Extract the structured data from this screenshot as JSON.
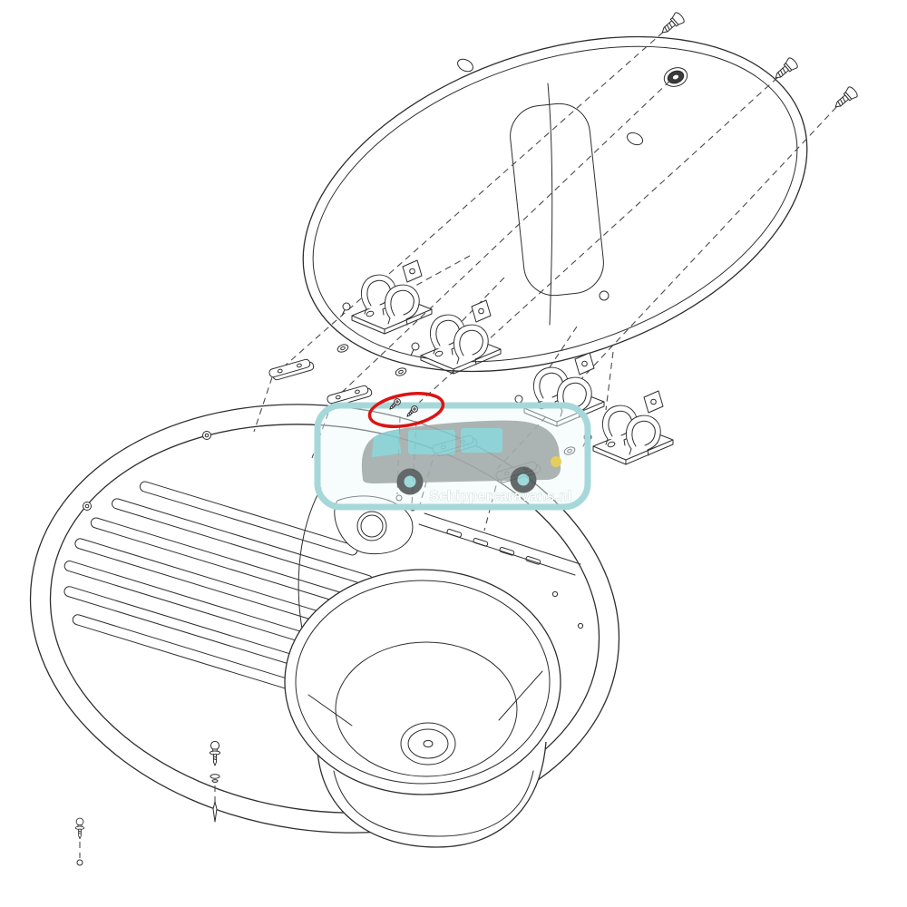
{
  "page": {
    "background_color": "#ffffff"
  },
  "drawing": {
    "line_color": "#2e2e2e",
    "dash_line_color": "#4a4a4a"
  },
  "highlight": {
    "color": "#dc1414",
    "shape": "ellipse-outline",
    "circled_part": "screw-pair",
    "circled_count": 2
  },
  "watermark": {
    "text": "Schippercaravans.nl",
    "text_color": "#ffffff",
    "border_color": "#a6d8da",
    "panel_fill": "rgba(238,249,249,0.45)",
    "caravan_body": "#9fa7a7",
    "caravan_window": "#7fccd0",
    "caravan_wheel": "#4a4f4f",
    "caravan_hub": "#8fd3d6",
    "caravan_lamp": "#e2c63d"
  },
  "parts": [
    {
      "name": "lid",
      "count": 1
    },
    {
      "name": "hinge-assembly",
      "count": 4
    },
    {
      "name": "mounting-strip",
      "count": 4
    },
    {
      "name": "washer",
      "count": 4
    },
    {
      "name": "fastener-screw",
      "count": 3
    },
    {
      "name": "grommet",
      "count": 1
    },
    {
      "name": "highlighted-screw",
      "count": 2
    },
    {
      "name": "mounting-screw",
      "count": 2
    },
    {
      "name": "sink-drainer-unit",
      "count": 1
    }
  ]
}
